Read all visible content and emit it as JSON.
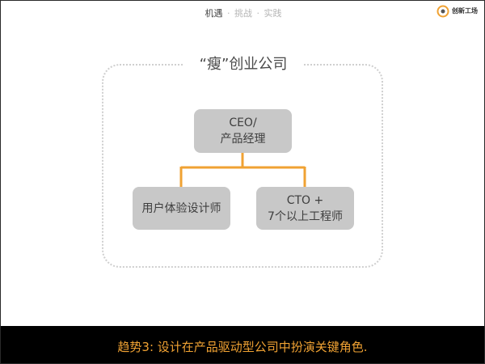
{
  "nav": {
    "items": [
      "机遇",
      "挑战",
      "实践"
    ],
    "separator": "·"
  },
  "logo": {
    "text": "创新工场",
    "icon": "innovation-works-logo-icon"
  },
  "diagram": {
    "title": "“瘦”创业公司",
    "nodes": [
      {
        "lines": [
          "CEO/",
          "产品经理"
        ]
      },
      {
        "lines": [
          "用户体验设计师"
        ]
      },
      {
        "lines": [
          "CTO +",
          "7个以上工程师"
        ]
      }
    ],
    "connector_color": "#f0a233"
  },
  "banner": {
    "text": "趋势3: 设计在产品驱动型公司中扮演关键角色."
  },
  "colors": {
    "accent": "#f0a233",
    "box_fill": "#c8c8c8",
    "banner_bg": "#000000"
  }
}
